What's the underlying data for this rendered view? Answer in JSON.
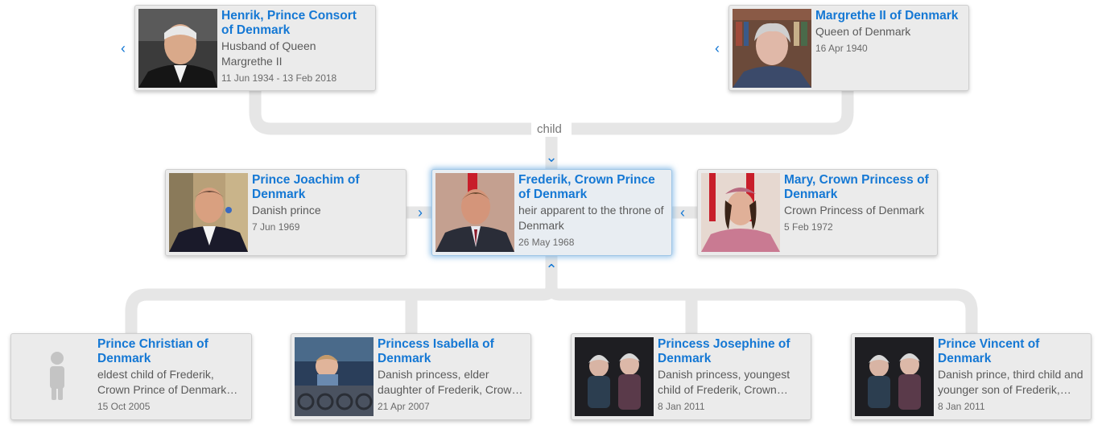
{
  "relation_label": "child",
  "parents": [
    {
      "name": "Henrik, Prince Consort of Denmark",
      "description": "Husband of Queen Margrethe II",
      "dates": "11 Jun 1934 - 13 Feb 2018",
      "photo": "portrait-man"
    },
    {
      "name": "Margrethe II of Denmark",
      "description": "Queen of Denmark",
      "dates": "16 Apr 1940",
      "photo": "portrait-woman-bookshelf"
    }
  ],
  "sibling": {
    "name": "Prince Joachim of Denmark",
    "description": "Danish prince",
    "dates": "7 Jun 1969",
    "photo": "portrait-man"
  },
  "focus": {
    "name": "Frederik, Crown Prince of Denmark",
    "description": "heir apparent to the throne of Denmark",
    "dates": "26 May 1968",
    "photo": "portrait-man"
  },
  "spouse": {
    "name": "Mary, Crown Princess of Denmark",
    "description": "Crown Princess of Denmark",
    "dates": "5 Feb 1972",
    "photo": "portrait-woman"
  },
  "children": [
    {
      "name": "Prince Christian of Denmark",
      "description": "eldest child of Frederik, Crown Prince of Denmark and Crown Princess Mary",
      "dates": "15 Oct 2005",
      "photo": "placeholder-person"
    },
    {
      "name": "Princess Isabella of Denmark",
      "description": "Danish princess, elder daughter of Frederik, Crown Prince of Denmark",
      "dates": "21 Apr 2007",
      "photo": "child-balcony"
    },
    {
      "name": "Princess Josephine of Denmark",
      "description": "Danish princess, youngest child of Frederik, Crown Prince of Denmark",
      "dates": "8 Jan 2011",
      "photo": "twins-balcony"
    },
    {
      "name": "Prince Vincent of Denmark",
      "description": "Danish prince, third child and younger son of Frederik, Crown Prince of Denmark",
      "dates": "8 Jan 2011",
      "photo": "twins-balcony"
    }
  ],
  "icons": {
    "expand_left": "chevron-left-icon",
    "expand_right": "chevron-right-icon",
    "collapse_down": "chevron-down-icon",
    "collapse_up": "chevron-up-icon"
  },
  "colors": {
    "name": "#1578d4",
    "card": "#ebebeb",
    "connector": "#e6e6e6",
    "focus_glow": "#9fc6e6"
  }
}
